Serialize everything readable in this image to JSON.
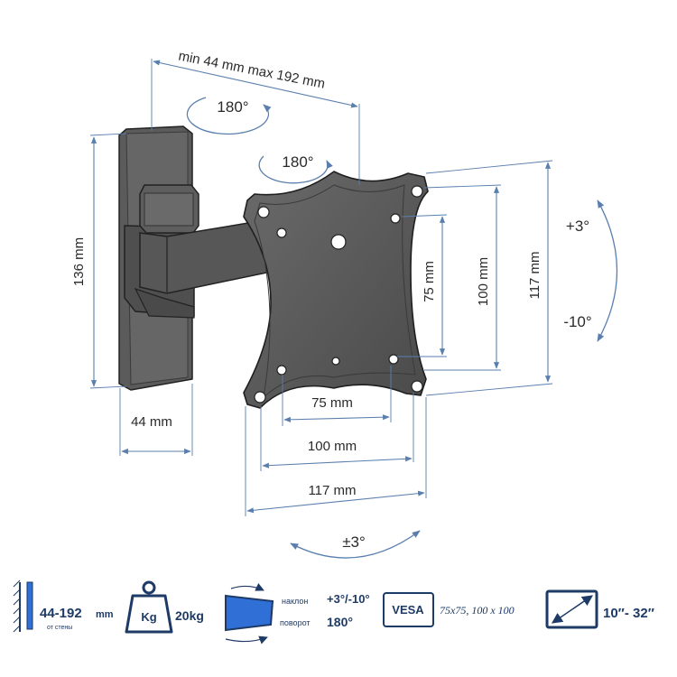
{
  "dimensions": {
    "depth_range": "min 44 mm max 192 mm",
    "swivel_top": "180°",
    "swivel_plate": "180°",
    "wall_height": "136 mm",
    "wall_width": "44 mm",
    "vesa_v75": "75 mm",
    "vesa_v100": "100 mm",
    "plate_height": "117 mm",
    "vesa_h75": "75 mm",
    "vesa_h100": "100 mm",
    "plate_width": "117 mm",
    "tilt_up": "+3°",
    "tilt_down": "-10°",
    "rotation": "±3°"
  },
  "info_bar": {
    "distance_value": "44-192",
    "distance_unit": "mm",
    "distance_caption": "от стены",
    "weight_icon_label": "Kg",
    "weight_value": "20kg",
    "tilt_label": "наклон",
    "tilt_value": "+3°/-10°",
    "swivel_label": "поворот",
    "swivel_value": "180°",
    "vesa_badge": "VESA",
    "vesa_sizes": "75x75, 100 x 100",
    "diagonal": "10″- 32″"
  },
  "colors": {
    "dimension_lines": "#5a7fae",
    "icon_text": "#1e3a66",
    "icon_fill": "#2f6fd6",
    "bracket_fill": "#5b5b5b"
  },
  "icons": [
    "wall-icon",
    "weight-icon",
    "tilt-swivel-icon",
    "diagonal-icon"
  ]
}
